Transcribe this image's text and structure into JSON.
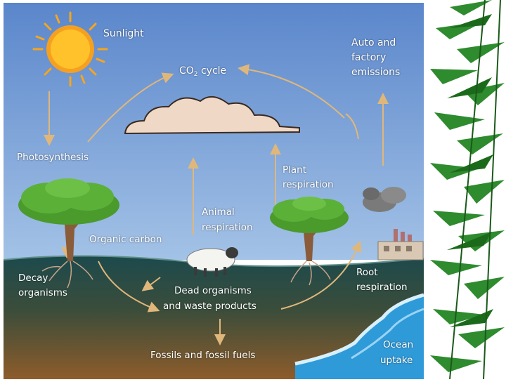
{
  "diagram": {
    "labels": {
      "sunlight": "Sunlight",
      "co2_cycle_prefix": "CO",
      "co2_cycle_sub": "2",
      "co2_cycle_suffix": " cycle",
      "auto_emissions_1": "Auto  and",
      "auto_emissions_2": "factory",
      "auto_emissions_3": "emissions",
      "photosynthesis": "Photosynthesis",
      "plant_respiration_1": "Plant",
      "plant_respiration_2": "respiration",
      "animal_respiration_1": "Animal",
      "animal_respiration_2": "respiration",
      "organic_carbon": "Organic  carbon",
      "decay_1": "Decay",
      "decay_2": "organisms",
      "dead_1": "Dead organisms",
      "dead_2": "and waste products",
      "root_respiration_1": "Root",
      "root_respiration_2": "respiration",
      "fossils": "Fossils  and  fossil  fuels",
      "ocean_1": "Ocean",
      "ocean_2": "uptake"
    },
    "colors": {
      "sky_top": "#5b88cc",
      "sky_bottom": "#9cbde3",
      "ground_top": "#1f4a4e",
      "ground_bottom": "#8a5a2c",
      "arrow": "#e0b77a",
      "sun": "#f7a51c",
      "ocean": "#2f9ad8",
      "leaf": "#2e8b2e"
    },
    "icons": [
      "sun-icon",
      "cloud-icon",
      "tree-icon",
      "sheep-icon",
      "factory-icon",
      "bamboo-icon"
    ]
  }
}
